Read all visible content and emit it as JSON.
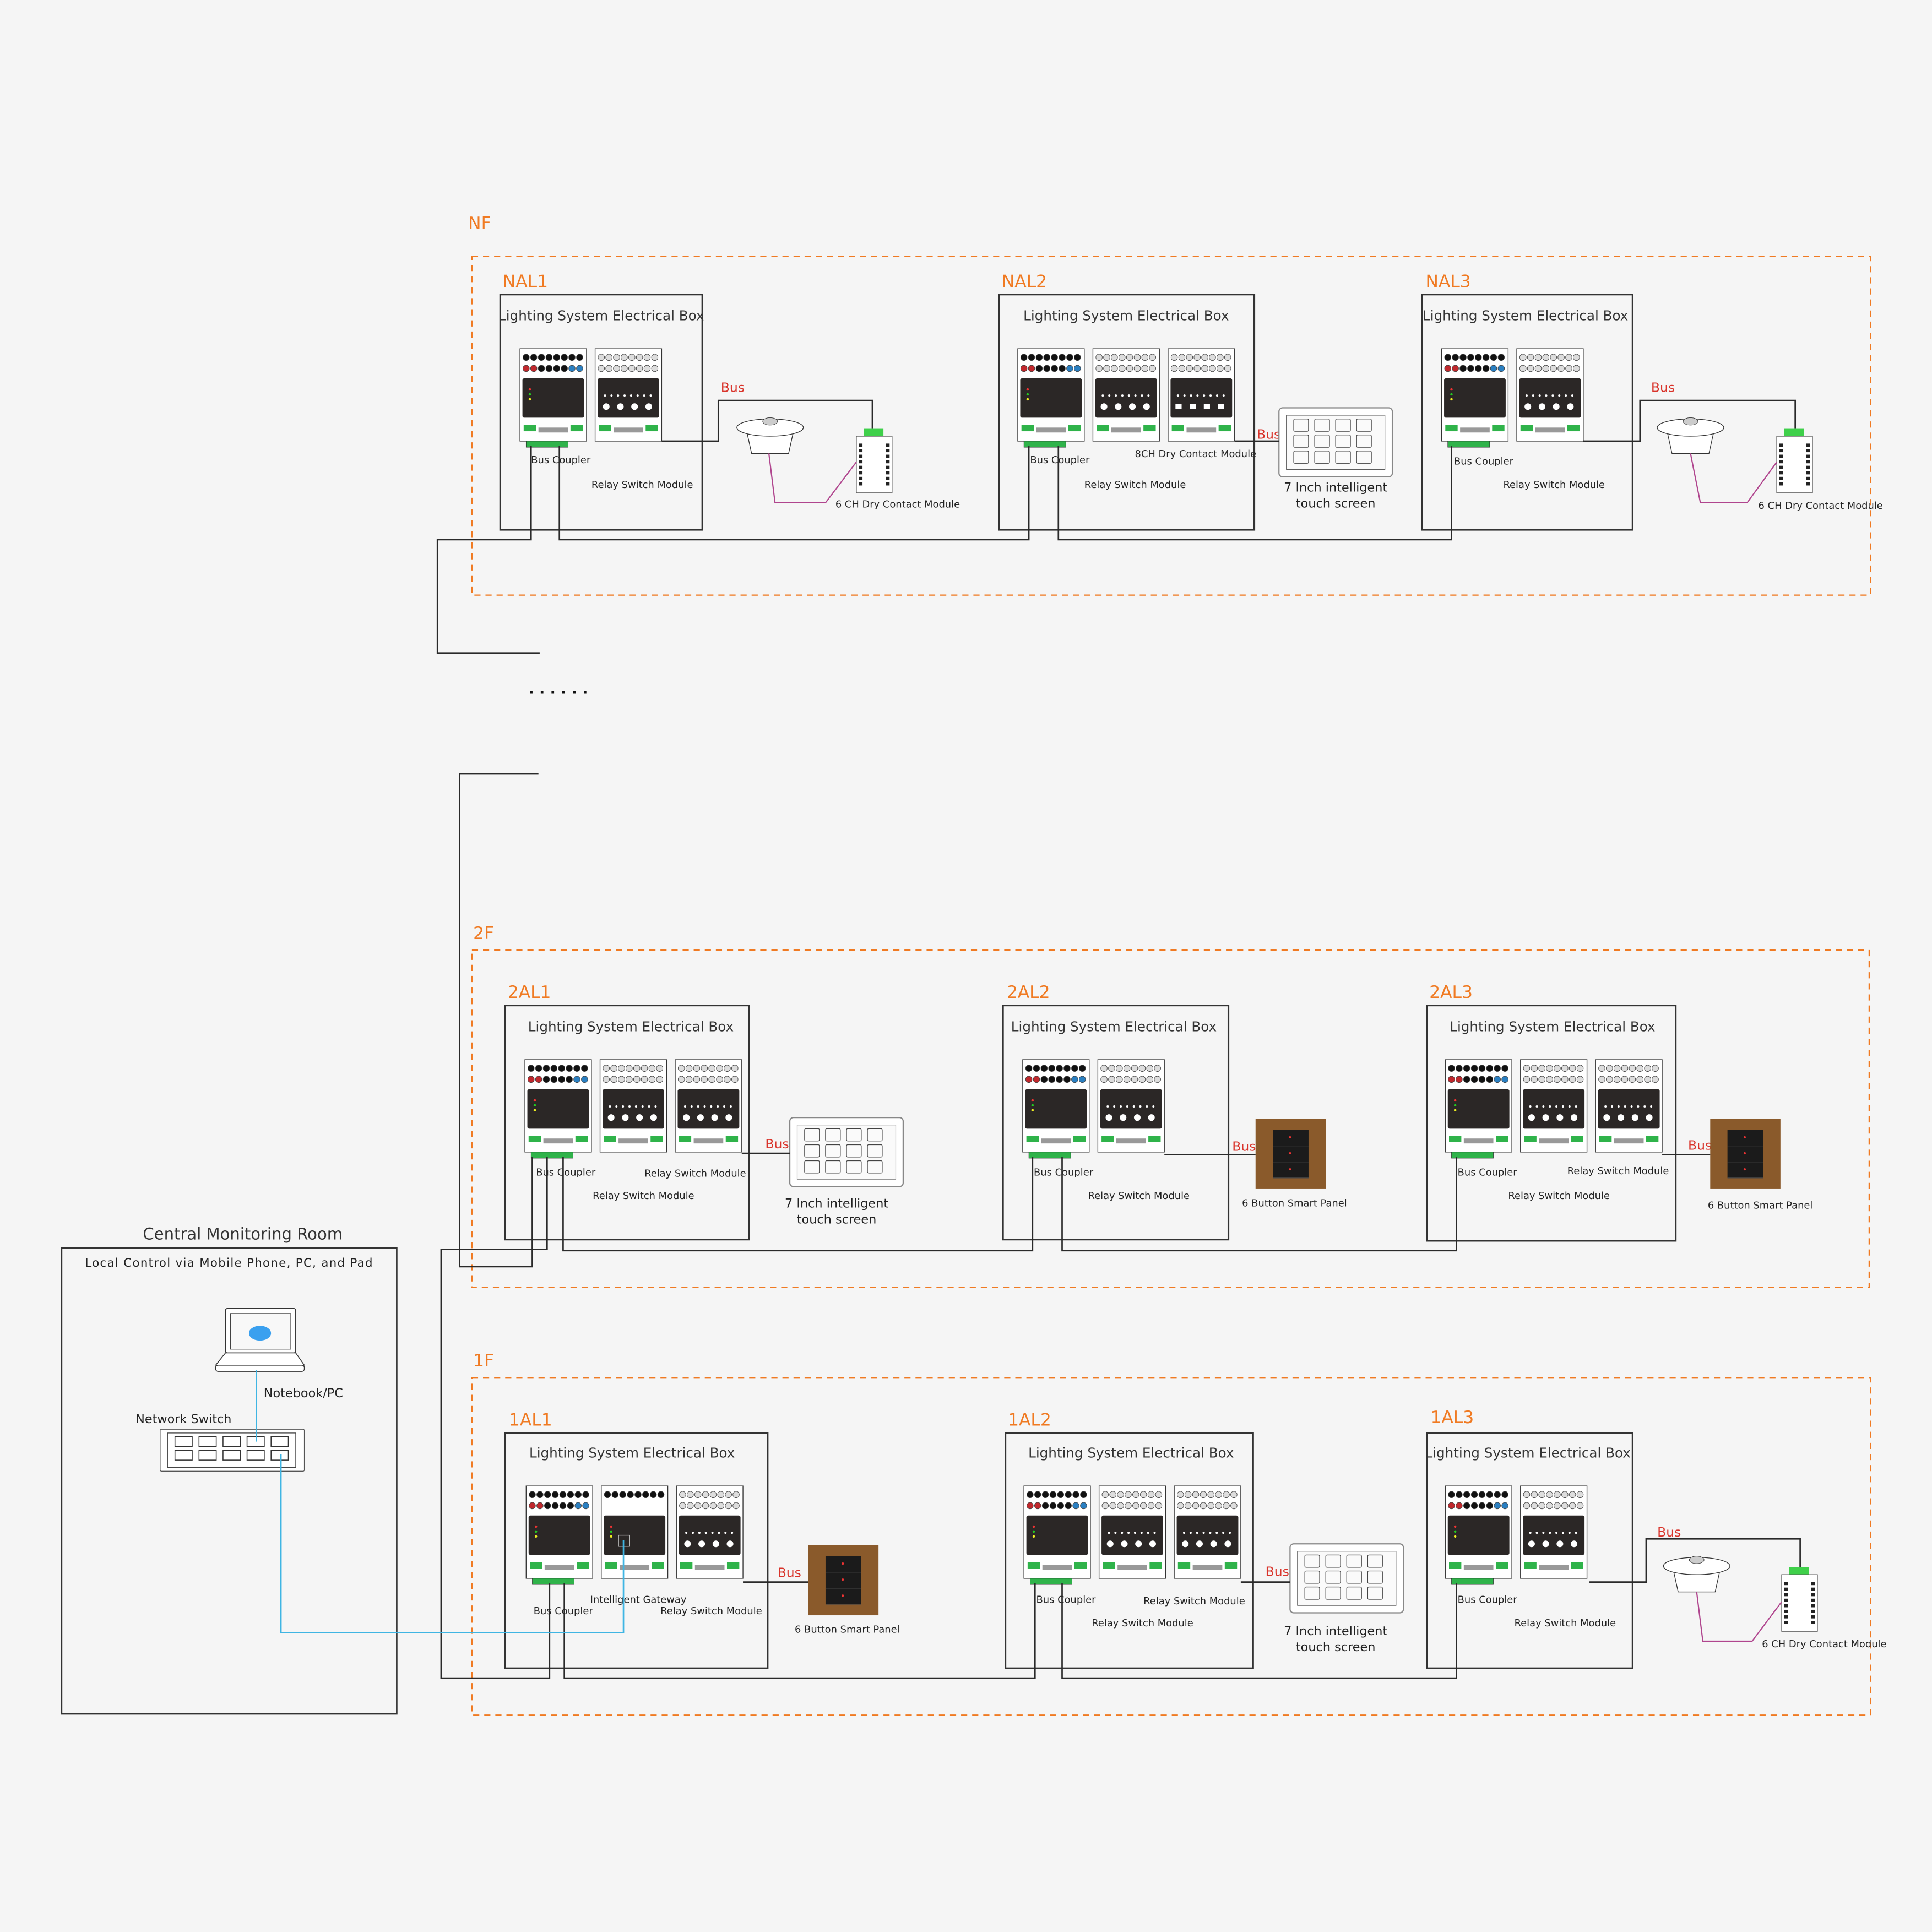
{
  "colors": {
    "floor_accent": "#f07a22",
    "bus_label": "#d9342b",
    "network_line": "#3fb5e3",
    "wire": "#2a2a2a",
    "panel_wood": "#8a5a2b"
  },
  "continuation_dots": "· · · · · ·",
  "central_room": {
    "title": "Central Monitoring Room",
    "subtitle": "Local Control via Mobile Phone, PC, and Pad",
    "notebook_label": "Notebook/PC",
    "switch_label": "Network Switch"
  },
  "floors": [
    {
      "label": "NF",
      "boxes": [
        {
          "name": "NAL1",
          "title": "Lighting System Electrical Box",
          "labels": [
            "Bus Coupler",
            "Relay Switch Module"
          ],
          "bus": "Bus",
          "device_labels": [
            "6 CH Dry Contact Module"
          ]
        },
        {
          "name": "NAL2",
          "title": "Lighting System Electrical Box",
          "labels": [
            "Bus Coupler",
            "8CH Dry Contact Module",
            "Relay Switch Module"
          ],
          "bus": "Bus",
          "device_labels": [
            "7 Inch intelligent",
            "touch screen"
          ]
        },
        {
          "name": "NAL3",
          "title": "Lighting System Electrical Box",
          "labels": [
            "Bus Coupler",
            "Relay Switch Module"
          ],
          "bus": "Bus",
          "device_labels": [
            "6 CH Dry Contact Module"
          ]
        }
      ]
    },
    {
      "label": "2F",
      "boxes": [
        {
          "name": "2AL1",
          "title": "Lighting System Electrical Box",
          "labels": [
            "Bus Coupler",
            "Relay Switch Module",
            "Relay Switch Module"
          ],
          "bus": "Bus",
          "device_labels": [
            "7 Inch intelligent",
            "touch screen"
          ]
        },
        {
          "name": "2AL2",
          "title": "Lighting System Electrical Box",
          "labels": [
            "Bus Coupler",
            "Relay Switch Module"
          ],
          "bus": "Bus",
          "device_labels": [
            "6 Button Smart Panel"
          ]
        },
        {
          "name": "2AL3",
          "title": "Lighting System Electrical Box",
          "labels": [
            "Bus Coupler",
            "Relay Switch Module",
            "Relay Switch Module"
          ],
          "bus": "Bus",
          "device_labels": [
            "6 Button Smart Panel"
          ]
        }
      ]
    },
    {
      "label": "1F",
      "boxes": [
        {
          "name": "1AL1",
          "title": "Lighting System Electrical Box",
          "labels": [
            "Intelligent Gateway",
            "Bus Coupler",
            "Relay Switch Module"
          ],
          "bus": "Bus",
          "device_labels": [
            "6 Button Smart Panel"
          ]
        },
        {
          "name": "1AL2",
          "title": "Lighting System Electrical Box",
          "labels": [
            "Bus Coupler",
            "Relay Switch Module",
            "Relay Switch Module"
          ],
          "bus": "Bus",
          "device_labels": [
            "7 Inch intelligent",
            "touch screen"
          ]
        },
        {
          "name": "1AL3",
          "title": "Lighting System Electrical Box",
          "labels": [
            "Bus Coupler",
            "Relay Switch Module"
          ],
          "bus": "Bus",
          "device_labels": [
            "6 CH Dry Contact Module"
          ]
        }
      ]
    }
  ]
}
